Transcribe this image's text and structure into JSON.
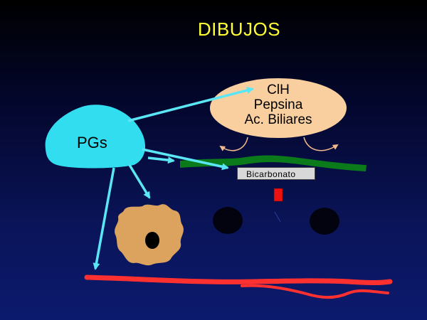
{
  "slide": {
    "title": "DIBUJOS",
    "gland_label": "PGs",
    "aggressors": [
      "ClH",
      "Pepsina",
      "Ac. Biliares"
    ],
    "barrier_label": "Bicarbonato"
  },
  "colors": {
    "background": "#0a1458",
    "title": "#ffff33",
    "gland": "#33ddf0",
    "arrow": "#5ae6f5",
    "aggressor_oval": "#f9cfa0",
    "mucus_layer": "#0a7a1a",
    "cell": "#dca35f",
    "blood_vessel": "#ff3030",
    "small_arrows": "#f2b98c"
  }
}
